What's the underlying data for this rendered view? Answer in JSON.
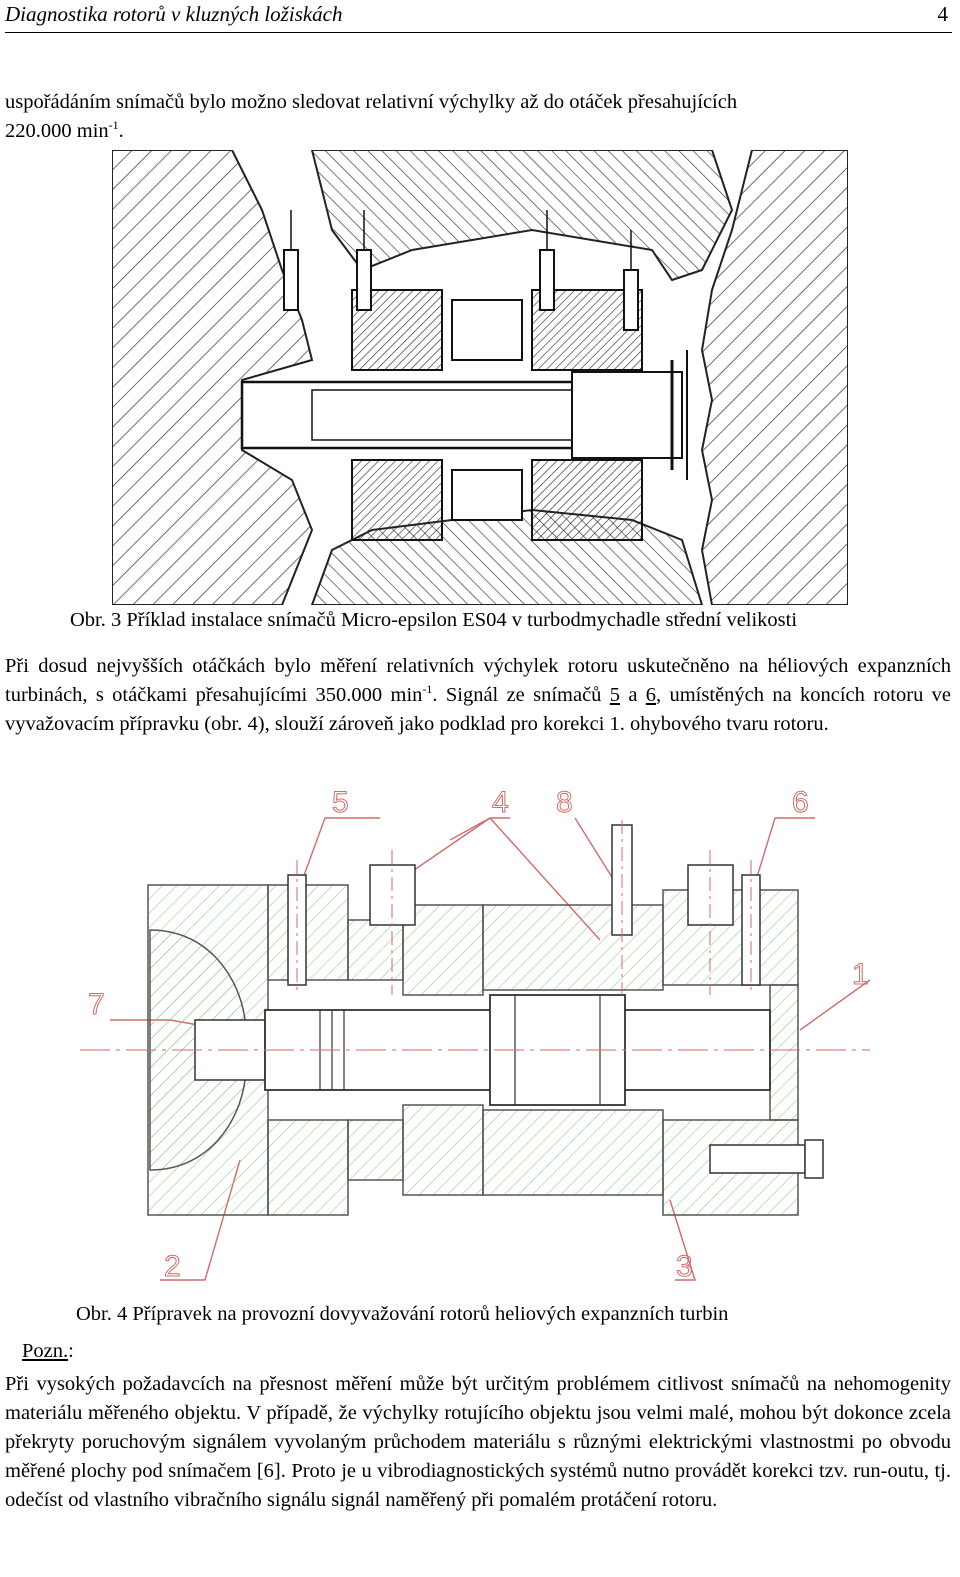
{
  "header": {
    "title": "Diagnostika rotorů v kluzných ložiskách",
    "page_number": "4"
  },
  "para1": {
    "line1": "uspořádáním snímačů bylo možno sledovat relativní výchylky až do otáček přesahujících",
    "line2_value": "220.000 min",
    "line2_sup": "-1",
    "line2_end": "."
  },
  "figure3": {
    "caption": "Obr. 3  Příklad instalace snímačů Micro-epsilon ES04 v turbodmychadle střední velikosti"
  },
  "para2": {
    "text_a": "Při dosud nejvyšších otáčkách bylo měření relativních výchylek rotoru uskutečněno na héliových expanzních turbinách, s otáčkami přesahujícími 350.000 min",
    "sup": "-1",
    "text_b": ". Signál ze snímačů ",
    "ref5": "5",
    "text_c": " a ",
    "ref6": "6",
    "text_d": ", umístěných na koncích rotoru ve vyvažovacím přípravku (obr. 4), slouží zároveň jako podklad pro korekci 1. ohybového tvaru rotoru."
  },
  "figure4": {
    "caption": "Obr. 4 Přípravek na provozní dovyvažování rotorů heliových expanzních turbin",
    "labels": [
      "5",
      "4",
      "8",
      "6",
      "7",
      "1",
      "2",
      "3"
    ]
  },
  "note": {
    "label": "Pozn.",
    "colon": ":",
    "text": "Při vysokých požadavcích na přesnost měření může být určitým problémem citlivost snímačů na nehomogenity materiálu měřeného objektu. V případě, že výchylky rotujícího objektu jsou velmi malé, mohou být dokonce zcela překryty poruchovým signálem vyvolaným průchodem materiálu s různými elektrickými vlastnostmi po obvodu měřené plochy pod snímačem [6]. Proto je u vibrodiagnostických systémů nutno provádět korekci tzv. run-outu, tj. odečíst od vlastního vibračního signálu signál naměřený při pomalém protáčení rotoru."
  },
  "colors": {
    "drawing_line": "#2a2a2a",
    "drawing_green": "#7dcf73",
    "drawing_red": "#d46a6a"
  }
}
